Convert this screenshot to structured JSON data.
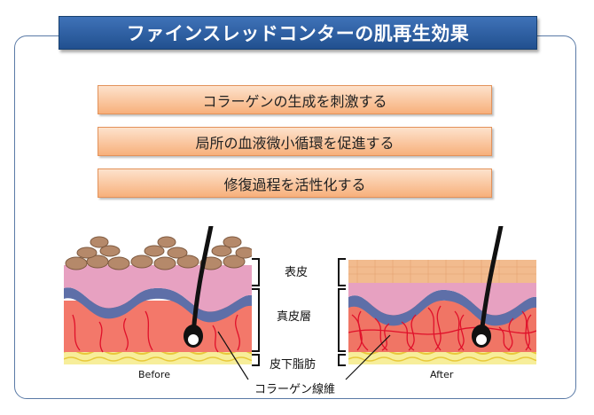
{
  "title": "ファインスレッドコンターの肌再生効果",
  "effects": [
    {
      "label": "コラーゲンの生成を刺激する"
    },
    {
      "label": "局所の血液微小循環を促進する"
    },
    {
      "label": "修復過程を活性化する"
    }
  ],
  "diagram": {
    "layers": {
      "epidermis": "表皮",
      "dermis": "真皮層",
      "subcutaneous": "皮下脂肪"
    },
    "collagen_label": "コラーゲン線維",
    "before_caption": "Before",
    "after_caption": "After",
    "colors": {
      "title_bg": "#2b5b9e",
      "effect_bg": "#f9c39a",
      "epidermis_cells_before": "#b08a6a",
      "epidermis_after": "#f0b88e",
      "basal_layer": "#5d6ea8",
      "dermis": "#f07a6a",
      "collagen_fibers": "#e0102a",
      "fat": "#f5e86a",
      "hair": "#111111"
    }
  }
}
